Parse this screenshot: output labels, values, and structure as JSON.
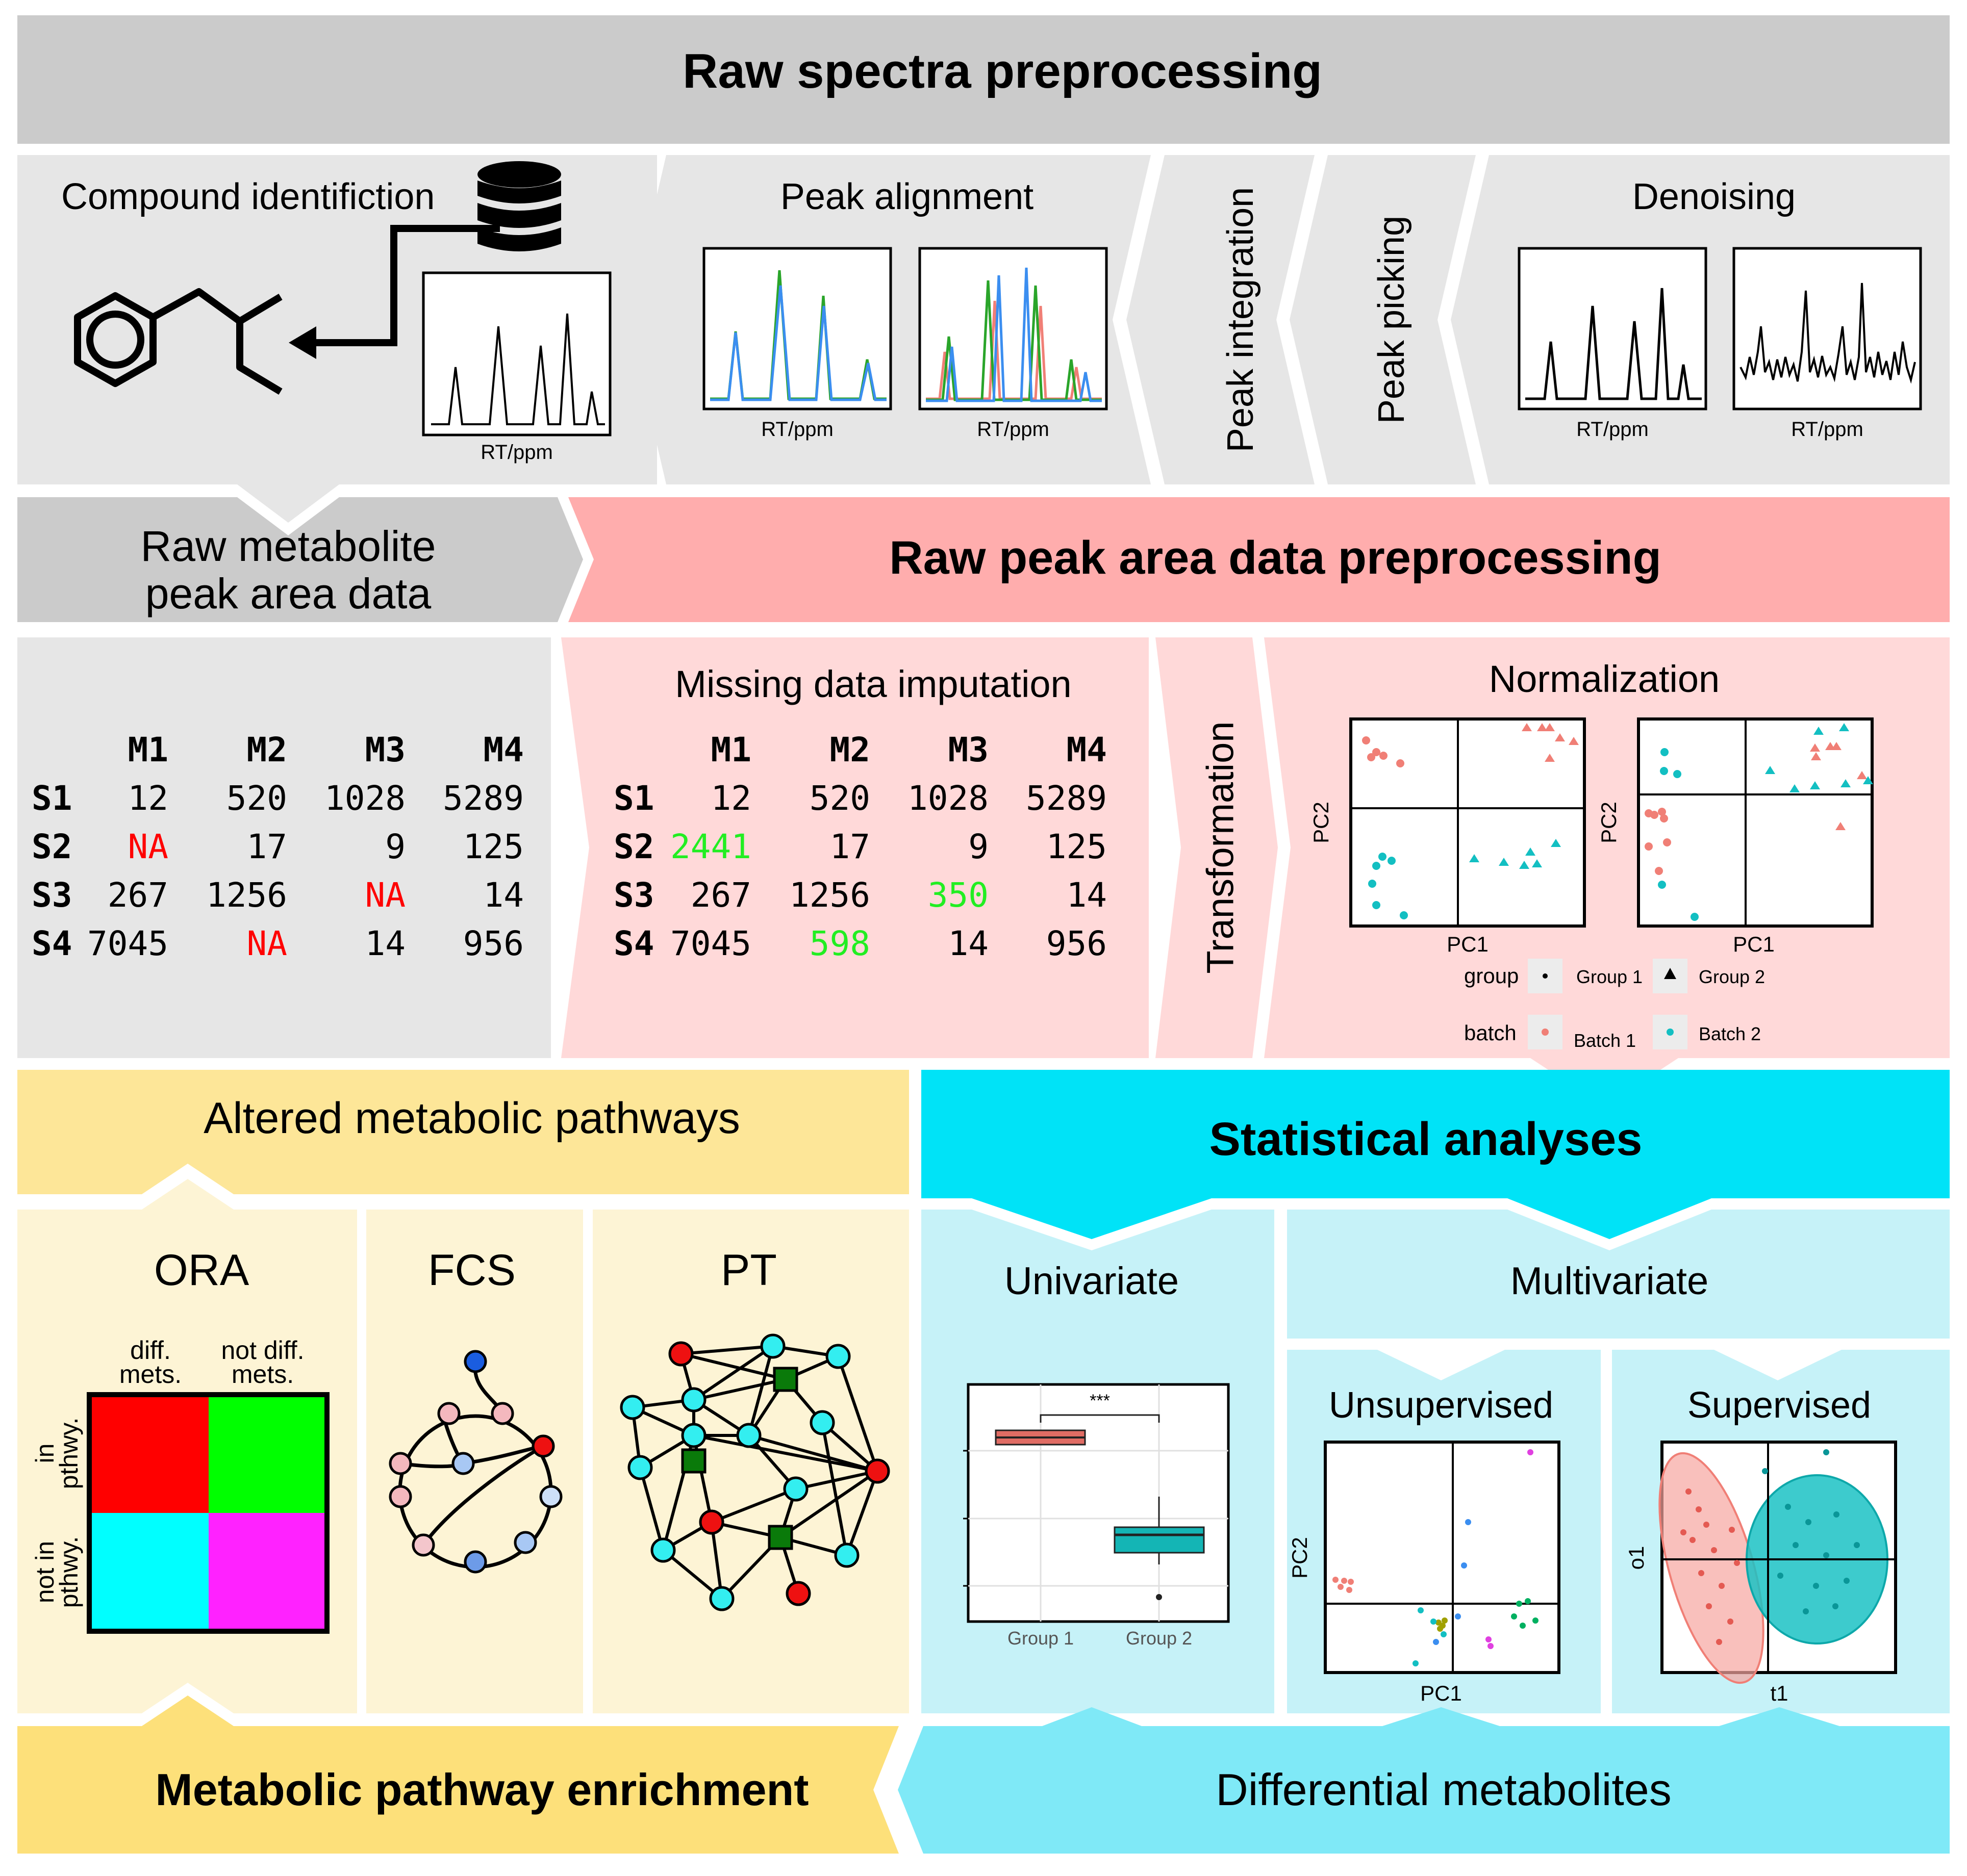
{
  "rows": {
    "spectra_header": "Raw spectra preprocessing",
    "raw_metabolite": [
      "Raw metabolite",
      "peak area data"
    ],
    "peak_area_header": "Raw peak area data preprocessing",
    "pathways_header": "Altered metabolic pathways",
    "stats_header": "Statistical analyses",
    "enrichment_footer": "Metabolic pathway enrichment",
    "differential_footer": "Differential metabolites"
  },
  "spectra_steps": {
    "compound_identification": "Compound identifiction",
    "peak_alignment": "Peak alignment",
    "peak_integration": "Peak integration",
    "peak_picking": "Peak picking",
    "denoising": "Denoising",
    "axis_label": "RT/ppm"
  },
  "tables": {
    "columns": [
      "M1",
      "M2",
      "M3",
      "M4"
    ],
    "raw": [
      [
        "S1",
        "12",
        "520",
        "1028",
        "5289"
      ],
      [
        "S2",
        "NA",
        "17",
        "9",
        "125"
      ],
      [
        "S3",
        "267",
        "1256",
        "NA",
        "14"
      ],
      [
        "S4",
        "7045",
        "NA",
        "14",
        "956"
      ]
    ],
    "imputed_title": "Missing data imputation",
    "imputed": [
      [
        "S1",
        "12",
        "520",
        "1028",
        "5289"
      ],
      [
        "S2",
        "2441",
        "17",
        "9",
        "125"
      ],
      [
        "S3",
        "267",
        "1256",
        "350",
        "14"
      ],
      [
        "S4",
        "7045",
        "598",
        "14",
        "956"
      ]
    ],
    "missing_color": "#ff0000",
    "imputed_color": "#22ee22"
  },
  "transformation": "Transformation",
  "normalization": {
    "title": "Normalization",
    "xlabel": "PC1",
    "ylabel": "PC2",
    "legend_group": "group",
    "group1": "Group 1",
    "group2": "Group 2",
    "legend_batch": "batch",
    "batch1": "Batch 1",
    "batch2": "Batch 2",
    "batch1_color": "#f07f76",
    "batch2_color": "#13bfc2"
  },
  "pathways": {
    "ora": "ORA",
    "fcs": "FCS",
    "pt": "PT",
    "col1": [
      "diff.",
      "mets."
    ],
    "col2": [
      "not diff.",
      "mets."
    ],
    "row1": [
      "in",
      "pthwy."
    ],
    "row2": [
      "not in",
      "pthwy."
    ],
    "matrix_colors": [
      "#ff0000",
      "#00ff00",
      "#00ffff",
      "#ff22ff"
    ]
  },
  "stats": {
    "univariate": "Univariate",
    "multivariate": "Multivariate",
    "unsupervised": "Unsupervised",
    "supervised": "Supervised",
    "box_group1": "Group 1",
    "box_group2": "Group 2",
    "significance": "***",
    "unsup_xlabel": "PC1",
    "unsup_ylabel": "PC2",
    "sup_xlabel": "t1",
    "sup_ylabel": "o1"
  },
  "colors": {
    "gray_header": "#cbcbcb",
    "gray_panel": "#e6e6e6",
    "pink_header": "#ffadad",
    "pink_panel": "#ffd9d9",
    "yellow_header": "#fde698",
    "yellow_panel": "#fdf4d5",
    "yellow_footer": "#fde07a",
    "cyan_header": "#00e3f7",
    "cyan_panel": "#c6f2f8",
    "cyan_footer": "#7fe9f7"
  }
}
